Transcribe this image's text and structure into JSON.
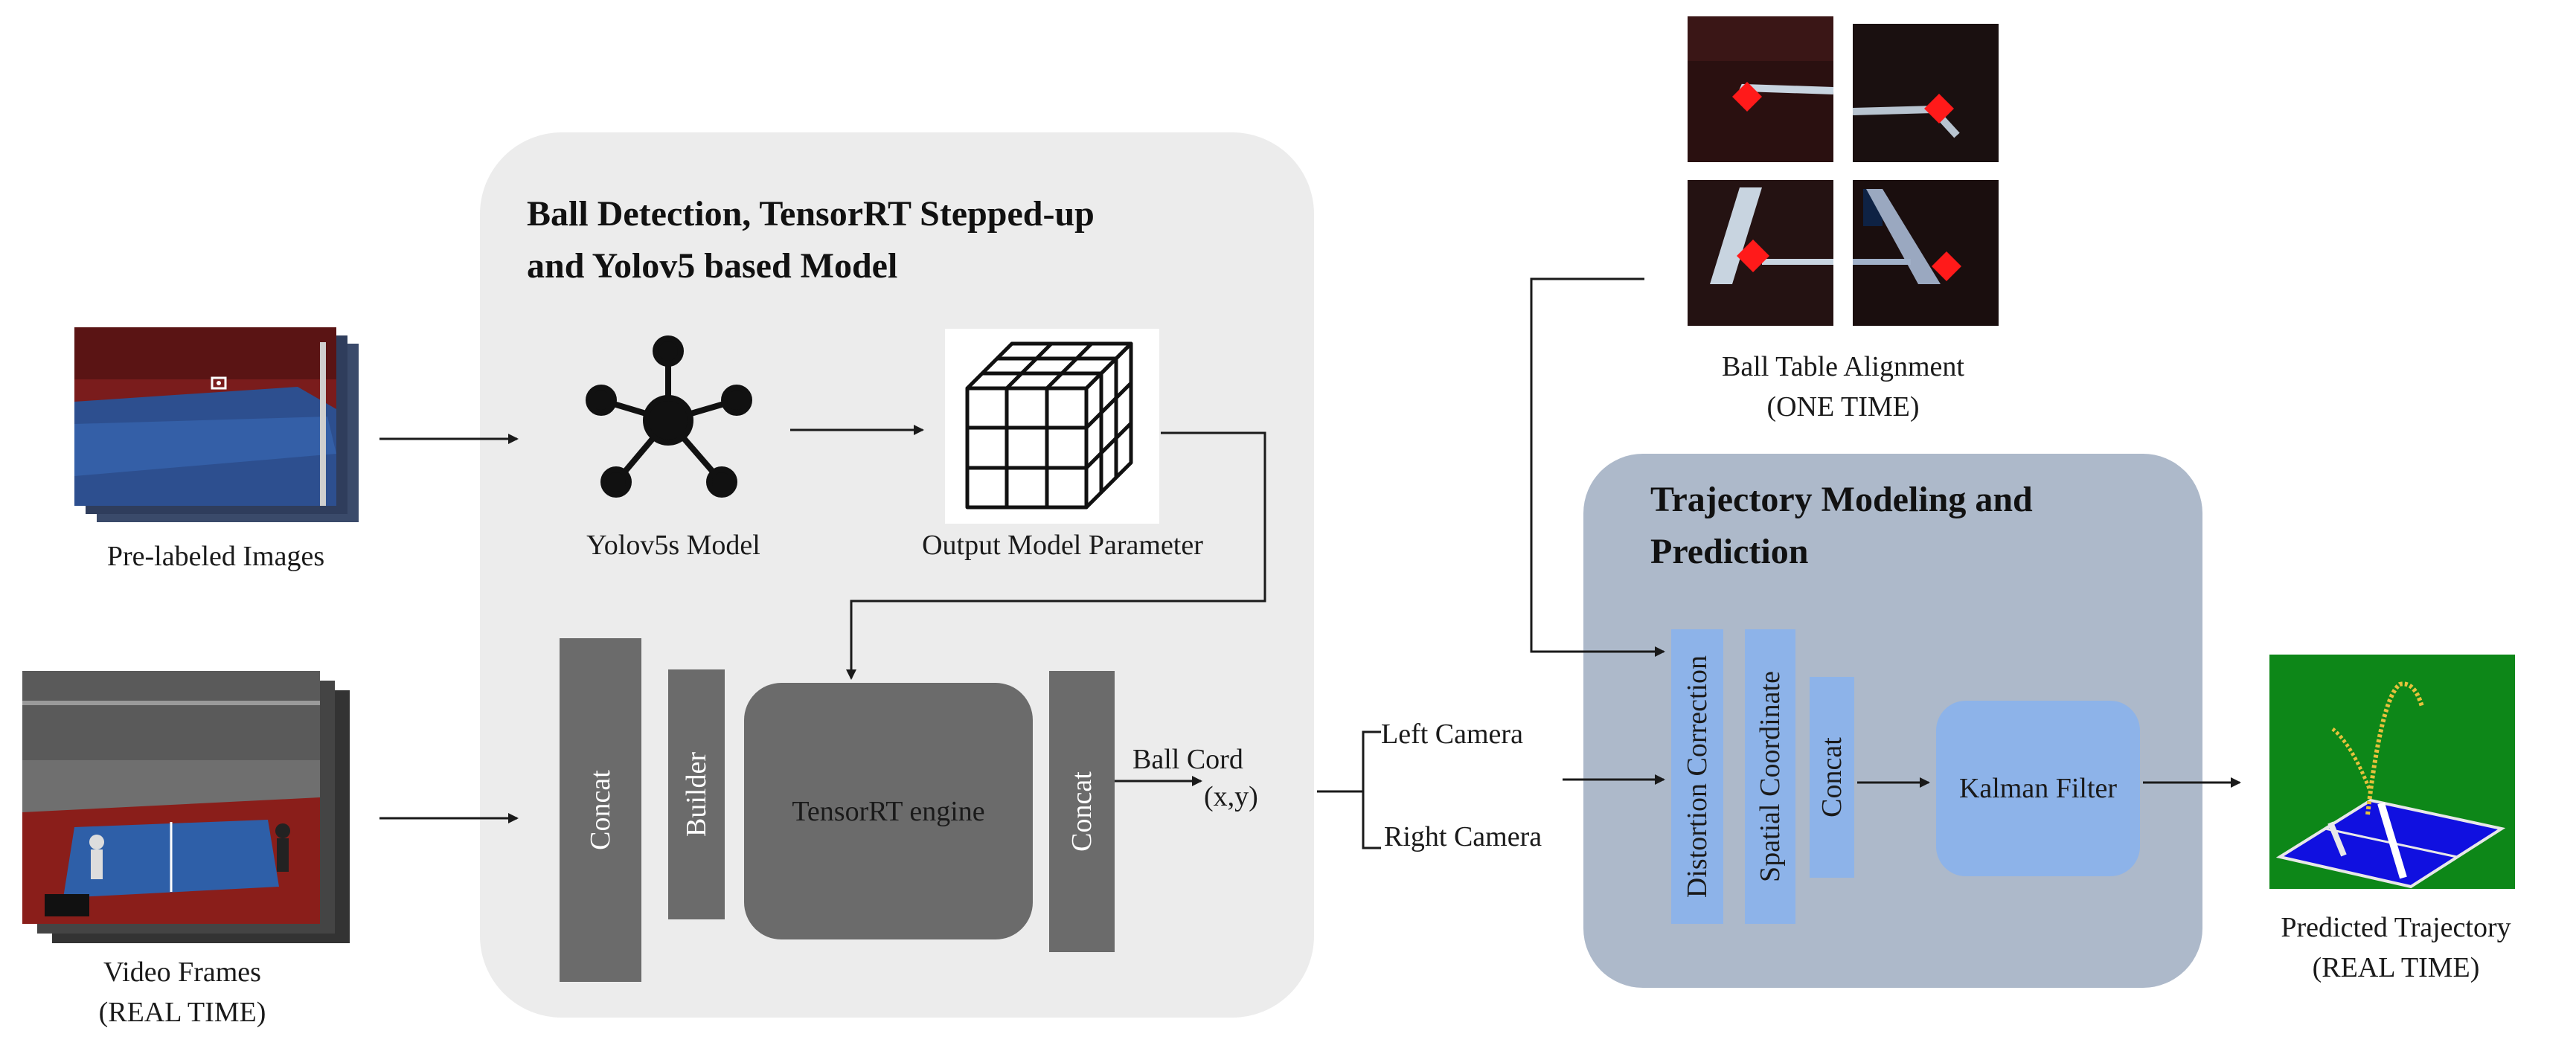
{
  "inputs": {
    "prelabeled": "Pre-labeled Images",
    "video": "Video Frames",
    "video_realtime": "(REAL TIME)"
  },
  "detection": {
    "title_line1": "Ball Detection, TensorRT Stepped-up",
    "title_line2": "and Yolov5 based Model",
    "model_label": "Yolov5s Model",
    "output_label": "Output Model Parameter",
    "concat1": "Concat",
    "builder": "Builder",
    "engine": "TensorRT engine",
    "concat2": "Concat"
  },
  "ballcord": {
    "label": "Ball Cord",
    "coords": "(x,y)",
    "left_camera": "Left Camera",
    "right_camera": "Right Camera"
  },
  "alignment": {
    "label": "Ball Table Alignment",
    "onetime": "(ONE TIME)"
  },
  "trajectory": {
    "title_line1": "Trajectory Modeling and",
    "title_line2": "Prediction",
    "distortion": "Distortion Correction",
    "spatial": "Spatial Coordinate",
    "concat": "Concat",
    "kalman": "Kalman Filter"
  },
  "output": {
    "label": "Predicted Trajectory",
    "realtime": "(REAL TIME)"
  },
  "colors": {
    "panel_detection": "#ececec",
    "panel_trajectory": "#adb9ca",
    "block_gray": "#6b6b6b",
    "block_blue": "#8db3e9",
    "marker_red": "#ff1a1a"
  }
}
